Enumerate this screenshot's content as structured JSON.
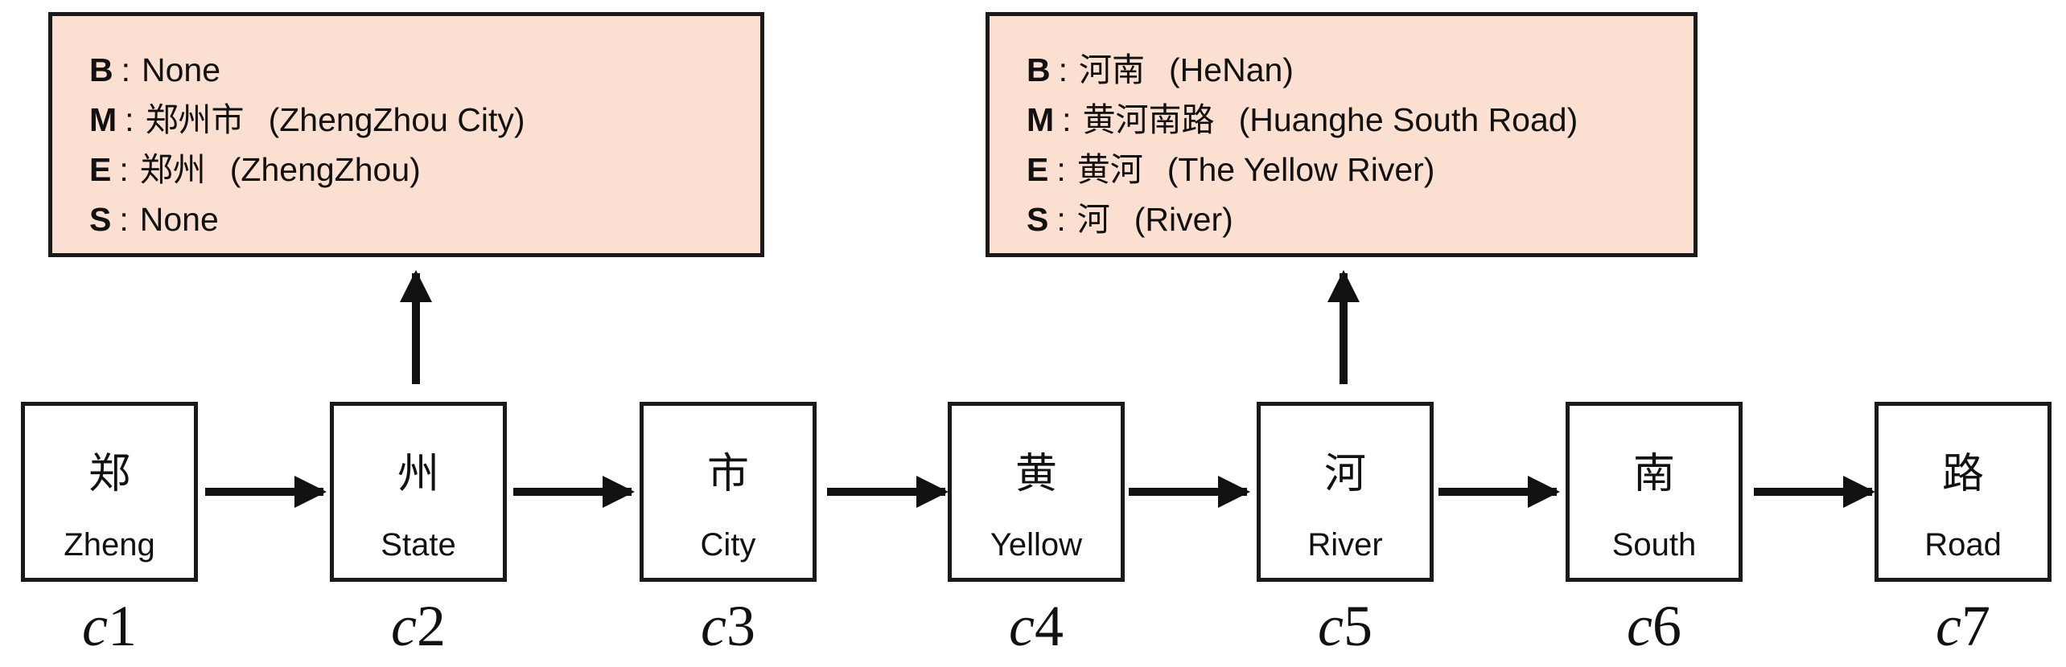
{
  "lexicon_boxes": [
    {
      "rows": [
        {
          "key": "B",
          "word": "",
          "gloss": "None"
        },
        {
          "key": "M",
          "word": "郑州市",
          "gloss": "(ZhengZhou City)"
        },
        {
          "key": "E",
          "word": "郑州",
          "gloss": "(ZhengZhou)"
        },
        {
          "key": "S",
          "word": "",
          "gloss": "None"
        }
      ]
    },
    {
      "rows": [
        {
          "key": "B",
          "word": "河南",
          "gloss": "(HeNan)"
        },
        {
          "key": "M",
          "word": "黄河南路",
          "gloss": "(Huanghe South Road)"
        },
        {
          "key": "E",
          "word": "黄河",
          "gloss": "(The Yellow River)"
        },
        {
          "key": "S",
          "word": "河",
          "gloss": "(River)"
        }
      ]
    }
  ],
  "separator": ":",
  "nodes": [
    {
      "char": "郑",
      "gloss": "Zheng",
      "var": "c",
      "index": "1"
    },
    {
      "char": "州",
      "gloss": "State",
      "var": "c",
      "index": "2"
    },
    {
      "char": "市",
      "gloss": "City",
      "var": "c",
      "index": "3"
    },
    {
      "char": "黄",
      "gloss": "Yellow",
      "var": "c",
      "index": "4"
    },
    {
      "char": "河",
      "gloss": "River",
      "var": "c",
      "index": "5"
    },
    {
      "char": "南",
      "gloss": "South",
      "var": "c",
      "index": "6"
    },
    {
      "char": "路",
      "gloss": "Road",
      "var": "c",
      "index": "7"
    }
  ]
}
